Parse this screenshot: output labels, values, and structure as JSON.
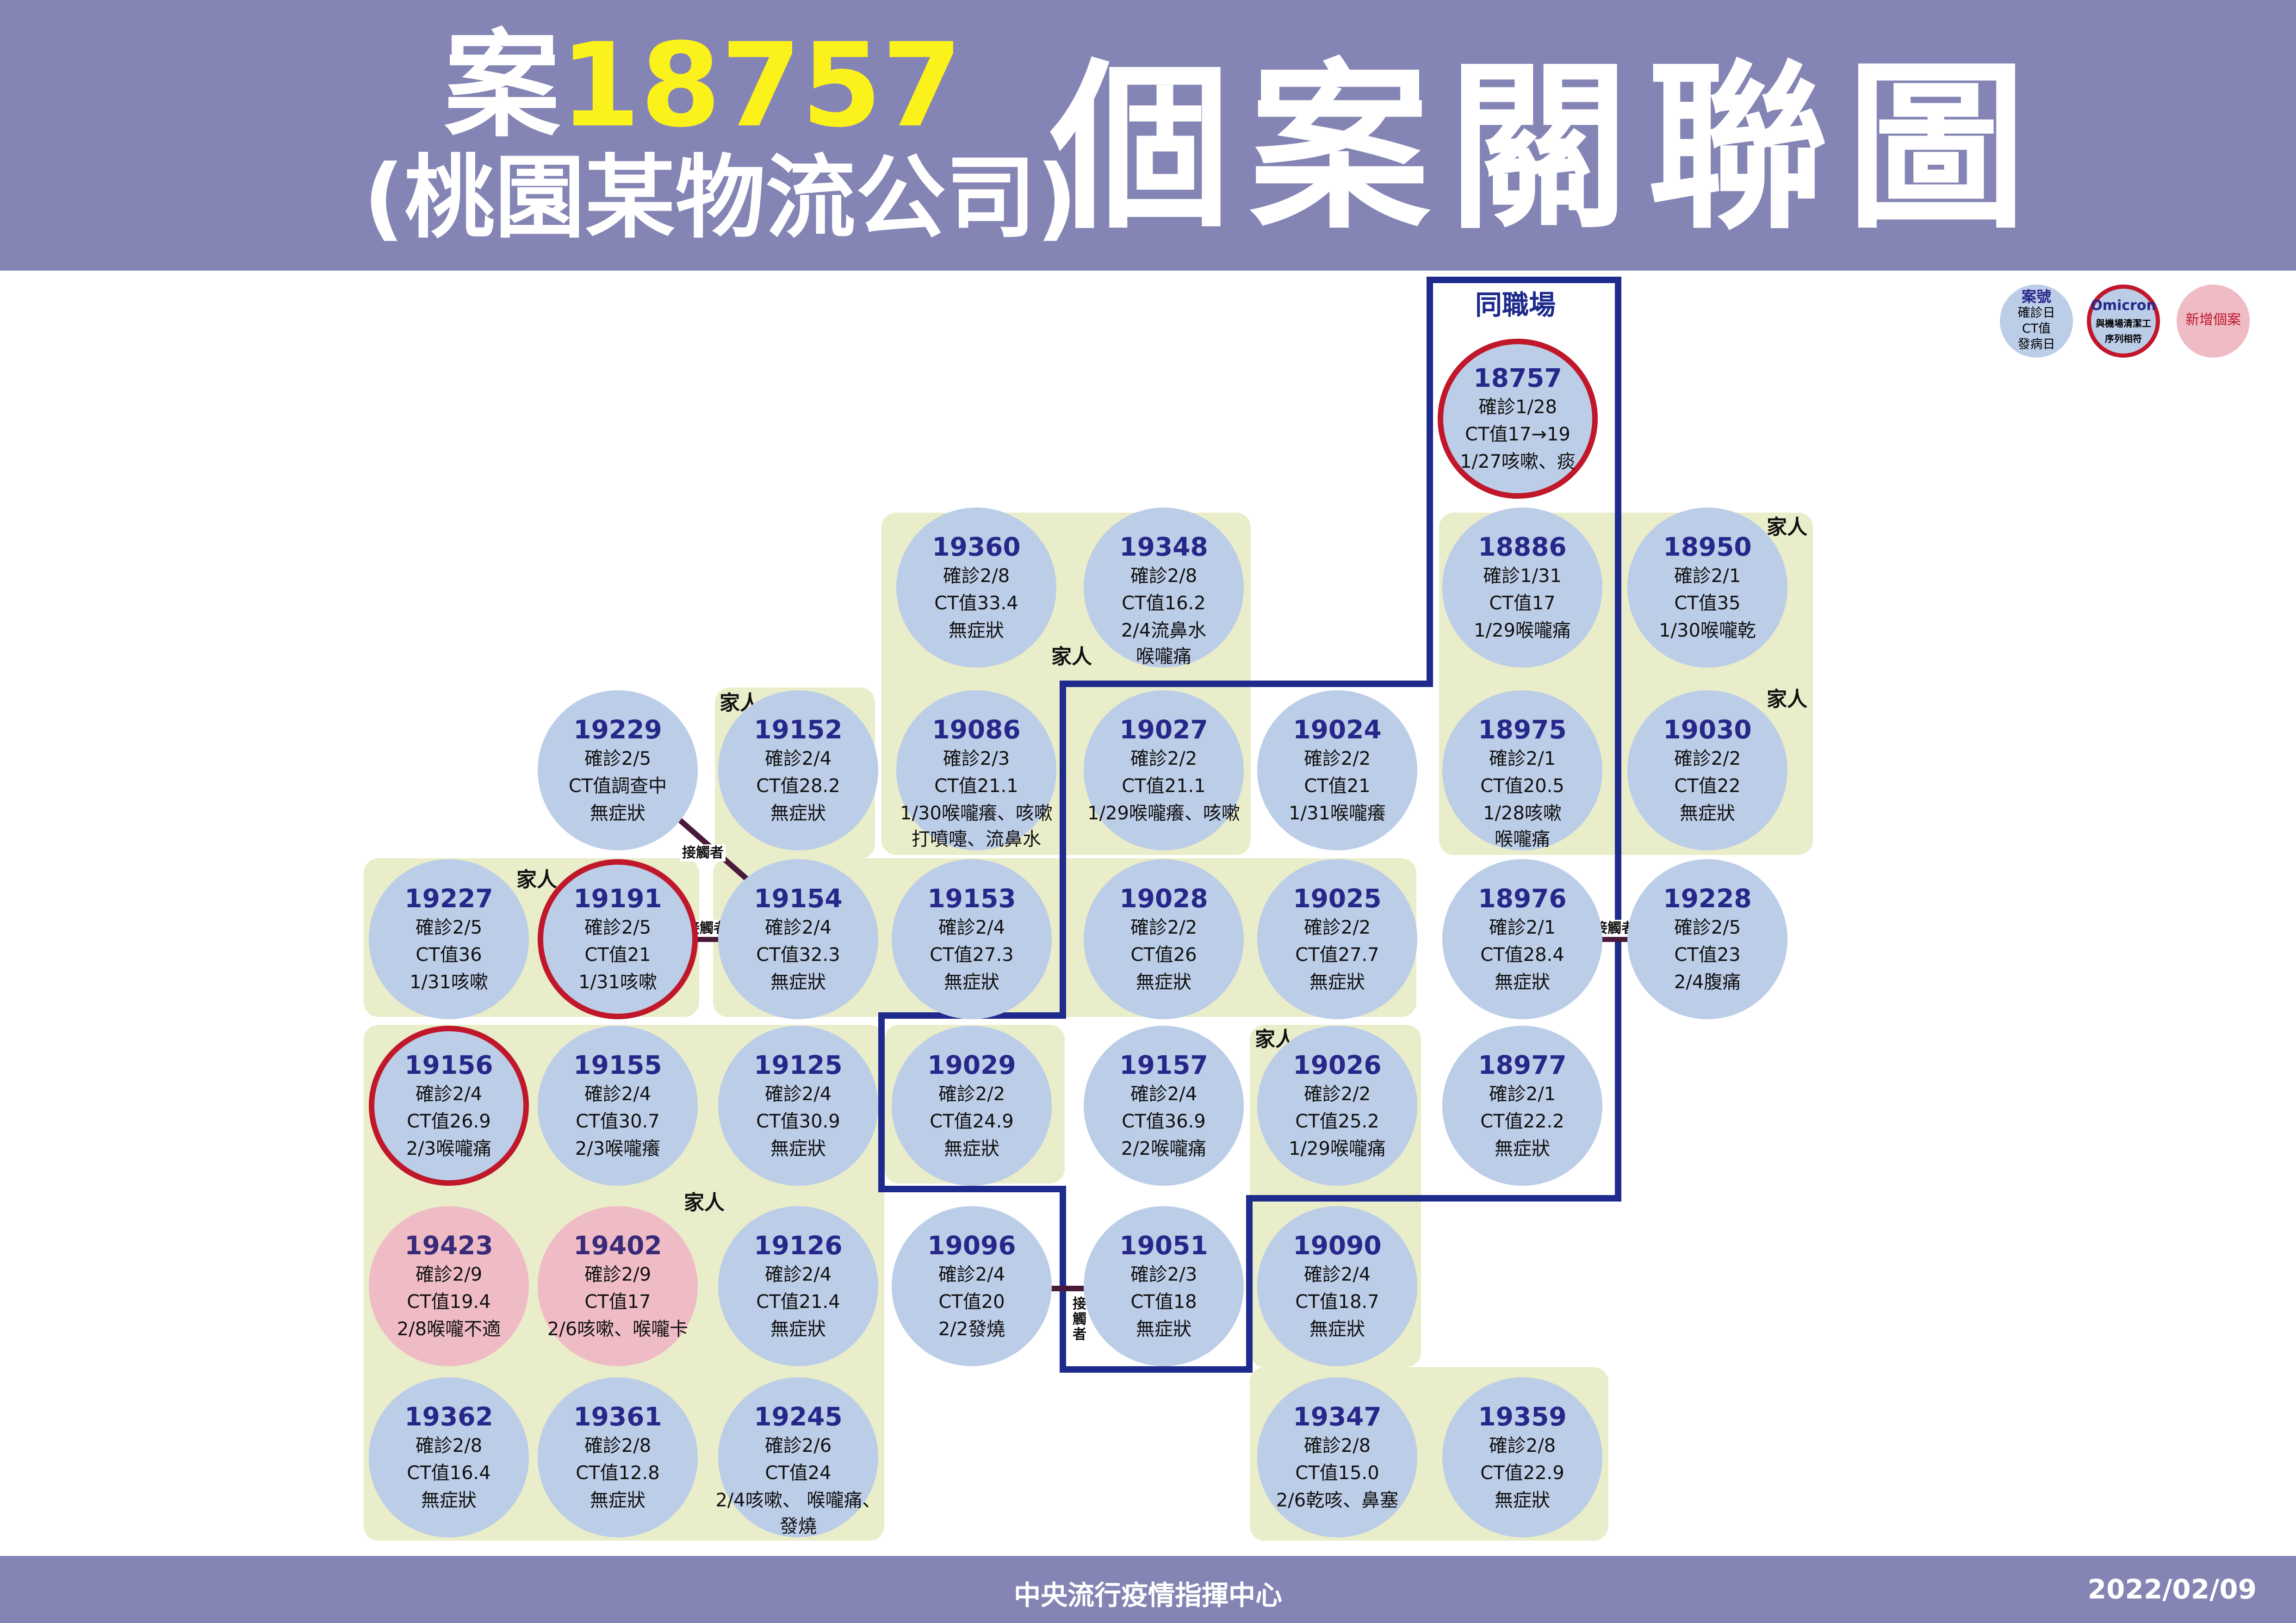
{
  "header": {
    "case_prefix": "案",
    "case_number": "18757",
    "company": "(桃園某物流公司)",
    "title": "個案關聯圖"
  },
  "footer": {
    "source": "中央流行疫情指揮中心",
    "date": "2022/02/09"
  },
  "legend": {
    "basic": [
      "案號",
      "確診日",
      "CT值",
      "發病日"
    ],
    "omicron": [
      "Omicron",
      "與機場清潔工",
      "序列相符"
    ],
    "new_case": "新增個案"
  },
  "workplace_label": "同職場",
  "family_label": "家人",
  "contact_label": "接觸者",
  "colors": {
    "header": "#8585b5",
    "node": "#bccde8",
    "new_node": "#efbcc6",
    "omicron_ring": "#c0182a",
    "family_bg": "#e9edc9",
    "workplace_border": "#1e2a8c",
    "case_number_highlight": "#fcf21b"
  },
  "cases": [
    {
      "id": "18757",
      "lines": [
        "確診1/28",
        "CT值17→19",
        "1/27咳嗽、痰"
      ],
      "omicron": true
    },
    {
      "id": "18886",
      "lines": [
        "確診1/31",
        "CT值17",
        "1/29喉嚨痛"
      ]
    },
    {
      "id": "18950",
      "lines": [
        "確診2/1",
        "CT值35",
        "1/30喉嚨乾"
      ]
    },
    {
      "id": "18975",
      "lines": [
        "確診2/1",
        "CT值20.5",
        "1/28咳嗽",
        "喉嚨痛"
      ]
    },
    {
      "id": "19030",
      "lines": [
        "確診2/2",
        "CT值22",
        "無症狀"
      ]
    },
    {
      "id": "18976",
      "lines": [
        "確診2/1",
        "CT值28.4",
        "無症狀"
      ]
    },
    {
      "id": "19228",
      "lines": [
        "確診2/5",
        "CT值23",
        "2/4腹痛"
      ]
    },
    {
      "id": "18977",
      "lines": [
        "確診2/1",
        "CT值22.2",
        "無症狀"
      ]
    },
    {
      "id": "19360",
      "lines": [
        "確診2/8",
        "CT值33.4",
        "無症狀"
      ]
    },
    {
      "id": "19348",
      "lines": [
        "確診2/8",
        "CT值16.2",
        "2/4流鼻水",
        "喉嚨痛"
      ]
    },
    {
      "id": "19229",
      "lines": [
        "確診2/5",
        "CT值調查中",
        "無症狀"
      ]
    },
    {
      "id": "19152",
      "lines": [
        "確診2/4",
        "CT值28.2",
        "無症狀"
      ]
    },
    {
      "id": "19086",
      "lines": [
        "確診2/3",
        "CT值21.1",
        "1/30喉嚨癢、咳嗽",
        "打噴嚏、流鼻水"
      ]
    },
    {
      "id": "19027",
      "lines": [
        "確診2/2",
        "CT值21.1",
        "1/29喉嚨癢、咳嗽"
      ]
    },
    {
      "id": "19024",
      "lines": [
        "確診2/2",
        "CT值21",
        "1/31喉嚨癢"
      ]
    },
    {
      "id": "19227",
      "lines": [
        "確診2/5",
        "CT值36",
        "1/31咳嗽"
      ]
    },
    {
      "id": "19191",
      "lines": [
        "確診2/5",
        "CT值21",
        "1/31咳嗽"
      ],
      "omicron": true
    },
    {
      "id": "19154",
      "lines": [
        "確診2/4",
        "CT值32.3",
        "無症狀"
      ]
    },
    {
      "id": "19153",
      "lines": [
        "確診2/4",
        "CT值27.3",
        "無症狀"
      ]
    },
    {
      "id": "19028",
      "lines": [
        "確診2/2",
        "CT值26",
        "無症狀"
      ]
    },
    {
      "id": "19025",
      "lines": [
        "確診2/2",
        "CT值27.7",
        "無症狀"
      ]
    },
    {
      "id": "19156",
      "lines": [
        "確診2/4",
        "CT值26.9",
        "2/3喉嚨痛"
      ],
      "omicron": true
    },
    {
      "id": "19155",
      "lines": [
        "確診2/4",
        "CT值30.7",
        "2/3喉嚨癢"
      ]
    },
    {
      "id": "19125",
      "lines": [
        "確診2/4",
        "CT值30.9",
        "無症狀"
      ]
    },
    {
      "id": "19029",
      "lines": [
        "確診2/2",
        "CT值24.9",
        "無症狀"
      ]
    },
    {
      "id": "19157",
      "lines": [
        "確診2/4",
        "CT值36.9",
        "2/2喉嚨痛"
      ]
    },
    {
      "id": "19026",
      "lines": [
        "確診2/2",
        "CT值25.2",
        "1/29喉嚨痛"
      ]
    },
    {
      "id": "19423",
      "lines": [
        "確診2/9",
        "CT值19.4",
        "2/8喉嚨不適"
      ],
      "new": true
    },
    {
      "id": "19402",
      "lines": [
        "確診2/9",
        "CT值17",
        "2/6咳嗽、喉嚨卡"
      ],
      "new": true
    },
    {
      "id": "19126",
      "lines": [
        "確診2/4",
        "CT值21.4",
        "無症狀"
      ]
    },
    {
      "id": "19096",
      "lines": [
        "確診2/4",
        "CT值20",
        "2/2發燒"
      ]
    },
    {
      "id": "19051",
      "lines": [
        "確診2/3",
        "CT值18",
        "無症狀"
      ]
    },
    {
      "id": "19090",
      "lines": [
        "確診2/4",
        "CT值18.7",
        "無症狀"
      ]
    },
    {
      "id": "19362",
      "lines": [
        "確診2/8",
        "CT值16.4",
        "無症狀"
      ]
    },
    {
      "id": "19361",
      "lines": [
        "確診2/8",
        "CT值12.8",
        "無症狀"
      ]
    },
    {
      "id": "19245",
      "lines": [
        "確診2/6",
        "CT值24",
        "2/4咳嗽、 喉嚨痛、",
        "發燒"
      ]
    },
    {
      "id": "19347",
      "lines": [
        "確診2/8",
        "CT值15.0",
        "2/6乾咳、鼻塞"
      ]
    },
    {
      "id": "19359",
      "lines": [
        "確診2/8",
        "CT值22.9",
        "無症狀"
      ]
    }
  ]
}
